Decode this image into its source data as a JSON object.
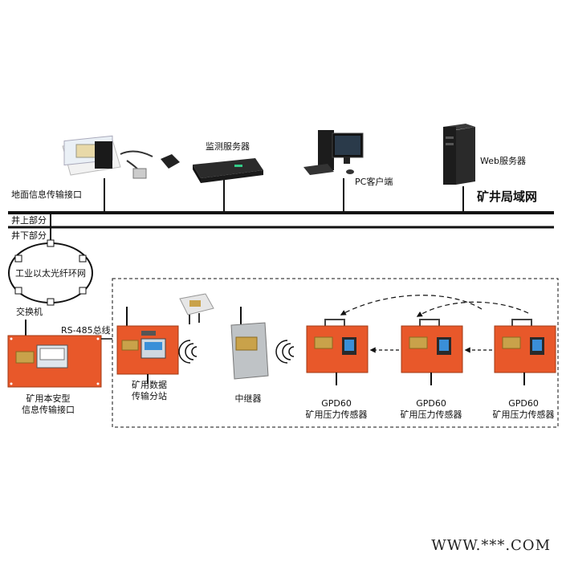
{
  "labels": {
    "ground_interface": "地面信息传输接口",
    "monitor_server": "监测服务器",
    "pc_client": "PC客户端",
    "web_server": "Web服务器",
    "mine_lan": "矿井局域网",
    "above_ground": "井上部分",
    "below_ground": "井下部分",
    "fiber_ring": "工业以太光纤环网",
    "switch": "交换机",
    "rs485": "RS-485总线",
    "safe_interface_l1": "矿用本安型",
    "safe_interface_l2": "信息传输接口",
    "substation_l1": "矿用数据",
    "substation_l2": "传输分站",
    "repeater": "中继器",
    "sensors": [
      {
        "model": "GPD60",
        "name": "矿用压力传感器"
      },
      {
        "model": "GPD60",
        "name": "矿用压力传感器"
      },
      {
        "model": "GPD60",
        "name": "矿用压力传感器"
      }
    ]
  },
  "watermark": "WWW.***.COM",
  "colors": {
    "enclosure_orange": "#e8582a",
    "brass_plate": "#c9a24a",
    "bus_line": "#111111",
    "screen_blue": "#3a8fd8"
  }
}
